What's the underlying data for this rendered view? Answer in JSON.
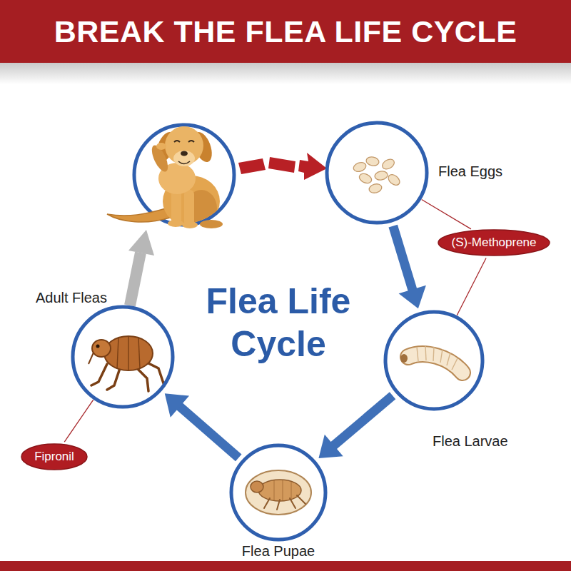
{
  "diagram": {
    "title": "BREAK THE FLEA LIFE CYCLE",
    "nodes": [
      {
        "text": [
          "Flea Eggs"
        ]
      },
      {
        "text": [
          "(S)-Methoprene"
        ]
      },
      {
        "text": [
          "Flea Larvae"
        ]
      },
      {
        "text": [
          "Flea Pupae"
        ]
      },
      {
        "text": [
          "Adult Fleas"
        ]
      },
      {
        "text": [
          "Fipronil"
        ]
      }
    ],
    "edges": [
      {
        "from": 0,
        "to": 2,
        "arrow": "to"
      },
      {
        "from": 2,
        "to": 3,
        "arrow": "to"
      },
      {
        "from": 3,
        "to": 4,
        "arrow": "to"
      },
      {
        "from": 1,
        "to": 0,
        "arrow": "none"
      },
      {
        "from": 1,
        "to": 2,
        "arrow": "none"
      },
      {
        "from": 5,
        "to": 4,
        "arrow": "none"
      }
    ],
    "labels": [
      "Flea Life Cycle"
    ]
  }
}
